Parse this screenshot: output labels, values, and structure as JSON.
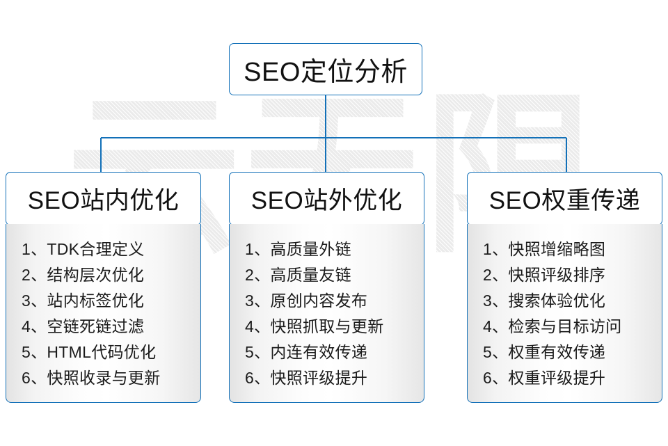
{
  "diagram": {
    "title_node": {
      "label": "SEO定位分析"
    },
    "accent_color": "#1270b8",
    "watermark": {
      "text": "云无限"
    },
    "columns": [
      {
        "header": "SEO站内优化",
        "items": [
          "1、TDK合理定义",
          "2、结构层次优化",
          "3、站内标签优化",
          "4、空链死链过滤",
          "5、HTML代码优化",
          "6、快照收录与更新"
        ]
      },
      {
        "header": "SEO站外优化",
        "items": [
          "1、高质量外链",
          "2、高质量友链",
          "3、原创内容发布",
          "4、快照抓取与更新",
          "5、内连有效传递",
          "6、快照评级提升"
        ]
      },
      {
        "header": "SEO权重传递",
        "items": [
          "1、快照增缩略图",
          "2、快照评级排序",
          "3、搜索体验优化",
          "4、检索与目标访问",
          "5、权重有效传递",
          "6、权重评级提升"
        ]
      }
    ]
  }
}
